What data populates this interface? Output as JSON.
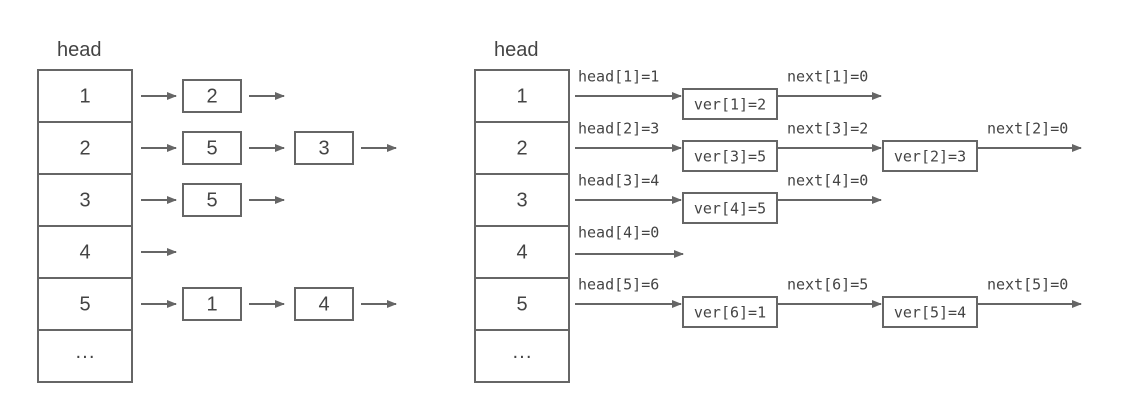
{
  "colors": {
    "stroke": "#666666",
    "text": "#444444",
    "background": "#ffffff"
  },
  "left": {
    "title": "head",
    "cells": [
      "1",
      "2",
      "3",
      "4",
      "5",
      "···"
    ],
    "rows": [
      {
        "nodes": [
          "2"
        ]
      },
      {
        "nodes": [
          "5",
          "3"
        ]
      },
      {
        "nodes": [
          "5"
        ]
      },
      {
        "nodes": []
      },
      {
        "nodes": [
          "1",
          "4"
        ]
      }
    ]
  },
  "right": {
    "title": "head",
    "cells": [
      "1",
      "2",
      "3",
      "4",
      "5",
      "···"
    ],
    "rows": [
      {
        "head_label": "head[1]=1",
        "nodes": [
          {
            "label": "ver[1]=2",
            "next_label": "next[1]=0"
          }
        ]
      },
      {
        "head_label": "head[2]=3",
        "nodes": [
          {
            "label": "ver[3]=5",
            "next_label": "next[3]=2"
          },
          {
            "label": "ver[2]=3",
            "next_label": "next[2]=0"
          }
        ]
      },
      {
        "head_label": "head[3]=4",
        "nodes": [
          {
            "label": "ver[4]=5",
            "next_label": "next[4]=0"
          }
        ]
      },
      {
        "head_label": "head[4]=0",
        "nodes": []
      },
      {
        "head_label": "head[5]=6",
        "nodes": [
          {
            "label": "ver[6]=1",
            "next_label": "next[6]=5"
          },
          {
            "label": "ver[5]=4",
            "next_label": "next[5]=0"
          }
        ]
      }
    ]
  }
}
